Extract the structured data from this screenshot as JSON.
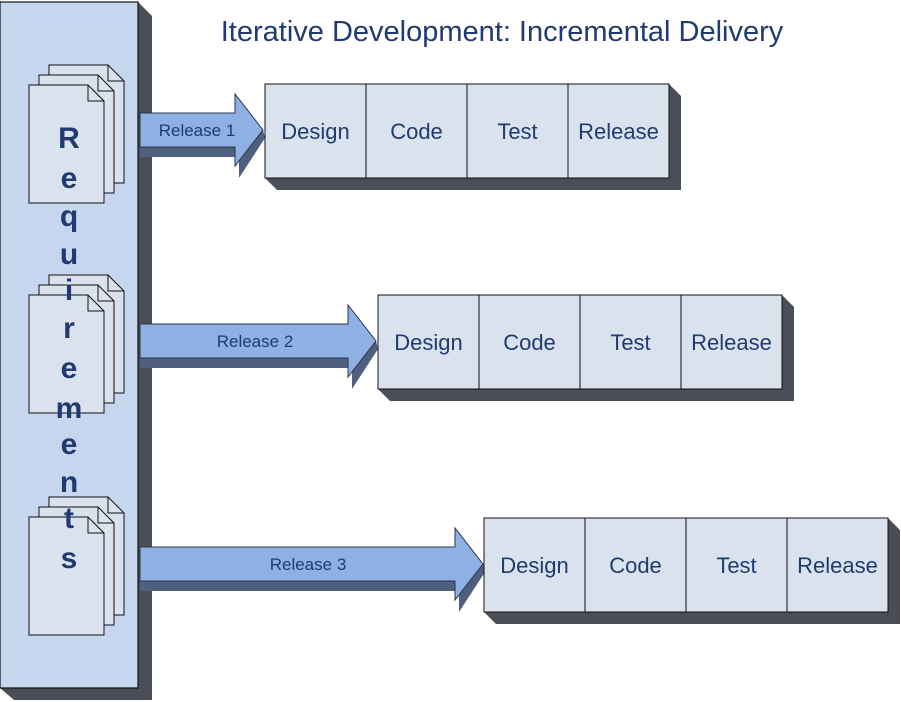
{
  "title": "Iterative Development: Incremental Delivery",
  "requirements_label": "Requirements",
  "requirements_letters": [
    "R",
    "e",
    "q",
    "u",
    "i",
    "r",
    "e",
    "m",
    "e",
    "n",
    "t",
    "s"
  ],
  "colors": {
    "panel_fill": "#c5d6ee",
    "panel_shadow": "#4a4f57",
    "arrow_fill": "#8eb0e3",
    "arrow_shadow": "#4f5f7e",
    "box_fill": "#dae2ee",
    "text": "#1f3b70"
  },
  "releases": [
    {
      "label": "Release 1",
      "stages": [
        "Design",
        "Code",
        "Test",
        "Release"
      ]
    },
    {
      "label": "Release 2",
      "stages": [
        "Design",
        "Code",
        "Test",
        "Release"
      ]
    },
    {
      "label": "Release 3",
      "stages": [
        "Design",
        "Code",
        "Test",
        "Release"
      ]
    }
  ]
}
